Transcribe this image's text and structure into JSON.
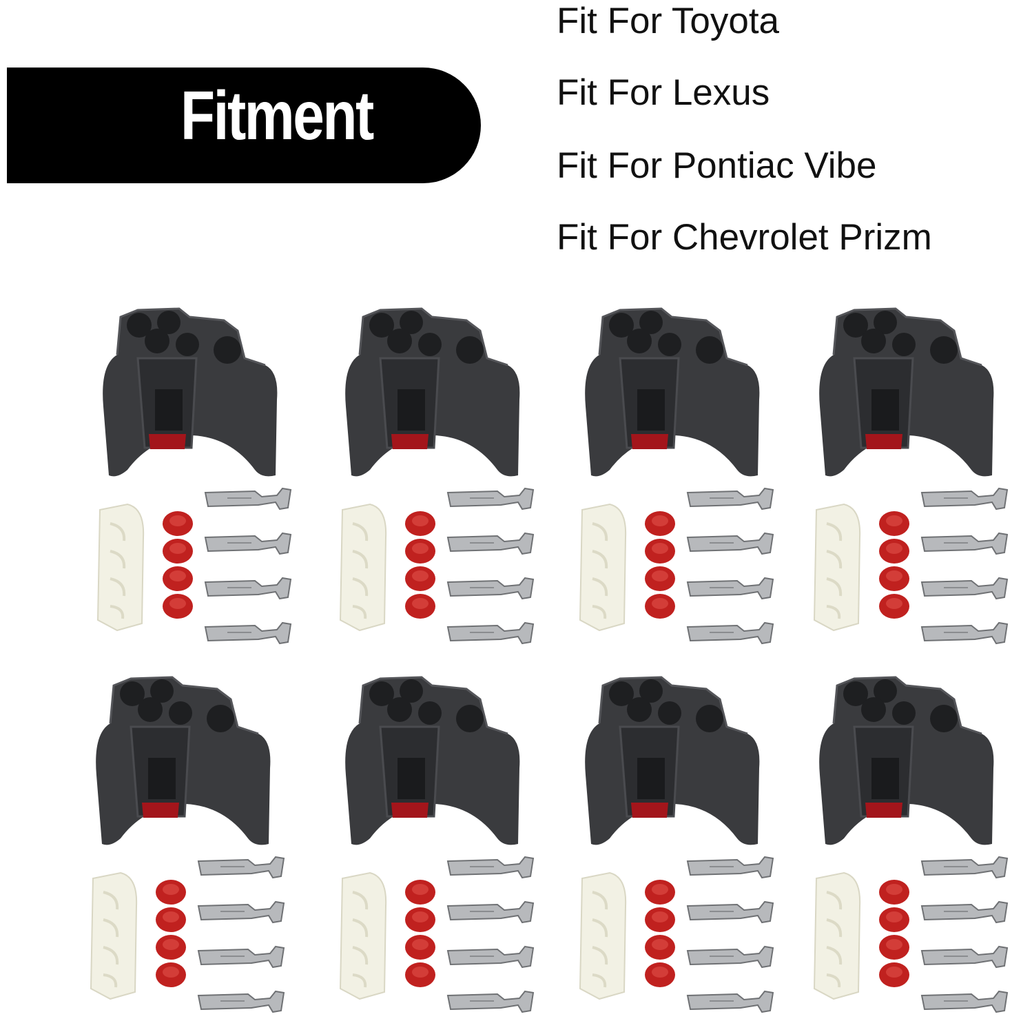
{
  "banner": {
    "label": "Fitment"
  },
  "fitment": [
    "Fit For Toyota",
    "Fit For Lexus",
    "Fit For Pontiac Vibe",
    "Fit For Chevrolet Prizm"
  ],
  "kits": {
    "count": 8,
    "pins_per_kit": 4,
    "seals_per_kit": 4
  },
  "colors": {
    "banner_bg": "#000000",
    "housing": "#3a3b3e",
    "lock_accent": "#a3151b",
    "seal": "#c0211f",
    "insert": "#f2f1e4",
    "terminal": "#b7b9bc"
  }
}
